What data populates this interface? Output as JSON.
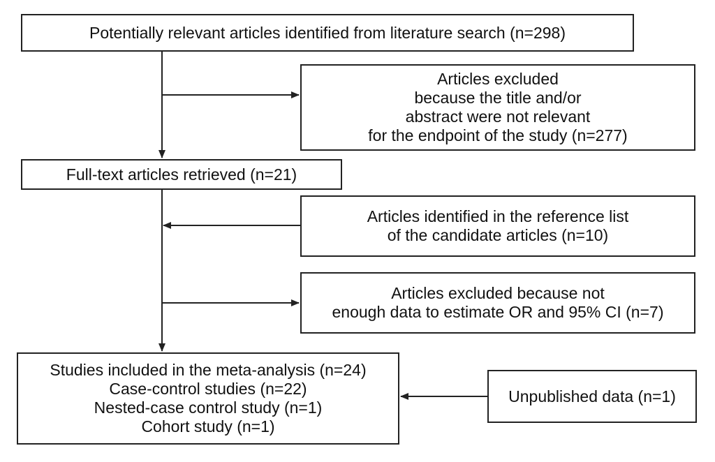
{
  "flowchart": {
    "identified": {
      "lines": [
        "Potentially relevant articles  identified from literature search (n=298)"
      ]
    },
    "excluded_title": {
      "lines": [
        "Articles excluded",
        "because the title and/or",
        "abstract were not relevant",
        "for the endpoint of the study (n=277)"
      ]
    },
    "full_text": {
      "lines": [
        "Full-text articles retrieved (n=21)"
      ]
    },
    "reference_list": {
      "lines": [
        "Articles identified in the reference list",
        "of the candidate articles (n=10)"
      ]
    },
    "excluded_data": {
      "lines": [
        "Articles excluded because not",
        "enough data to estimate OR and 95% CI (n=7)"
      ]
    },
    "included": {
      "lines": [
        "Studies included in the meta-analysis (n=24)",
        "Case-control studies (n=22)",
        "Nested-case control study (n=1)",
        "Cohort study (n=1)"
      ]
    },
    "unpublished": {
      "lines": [
        "Unpublished data (n=1)"
      ]
    }
  },
  "colors": {
    "stroke": "#222222",
    "background": "#ffffff"
  }
}
